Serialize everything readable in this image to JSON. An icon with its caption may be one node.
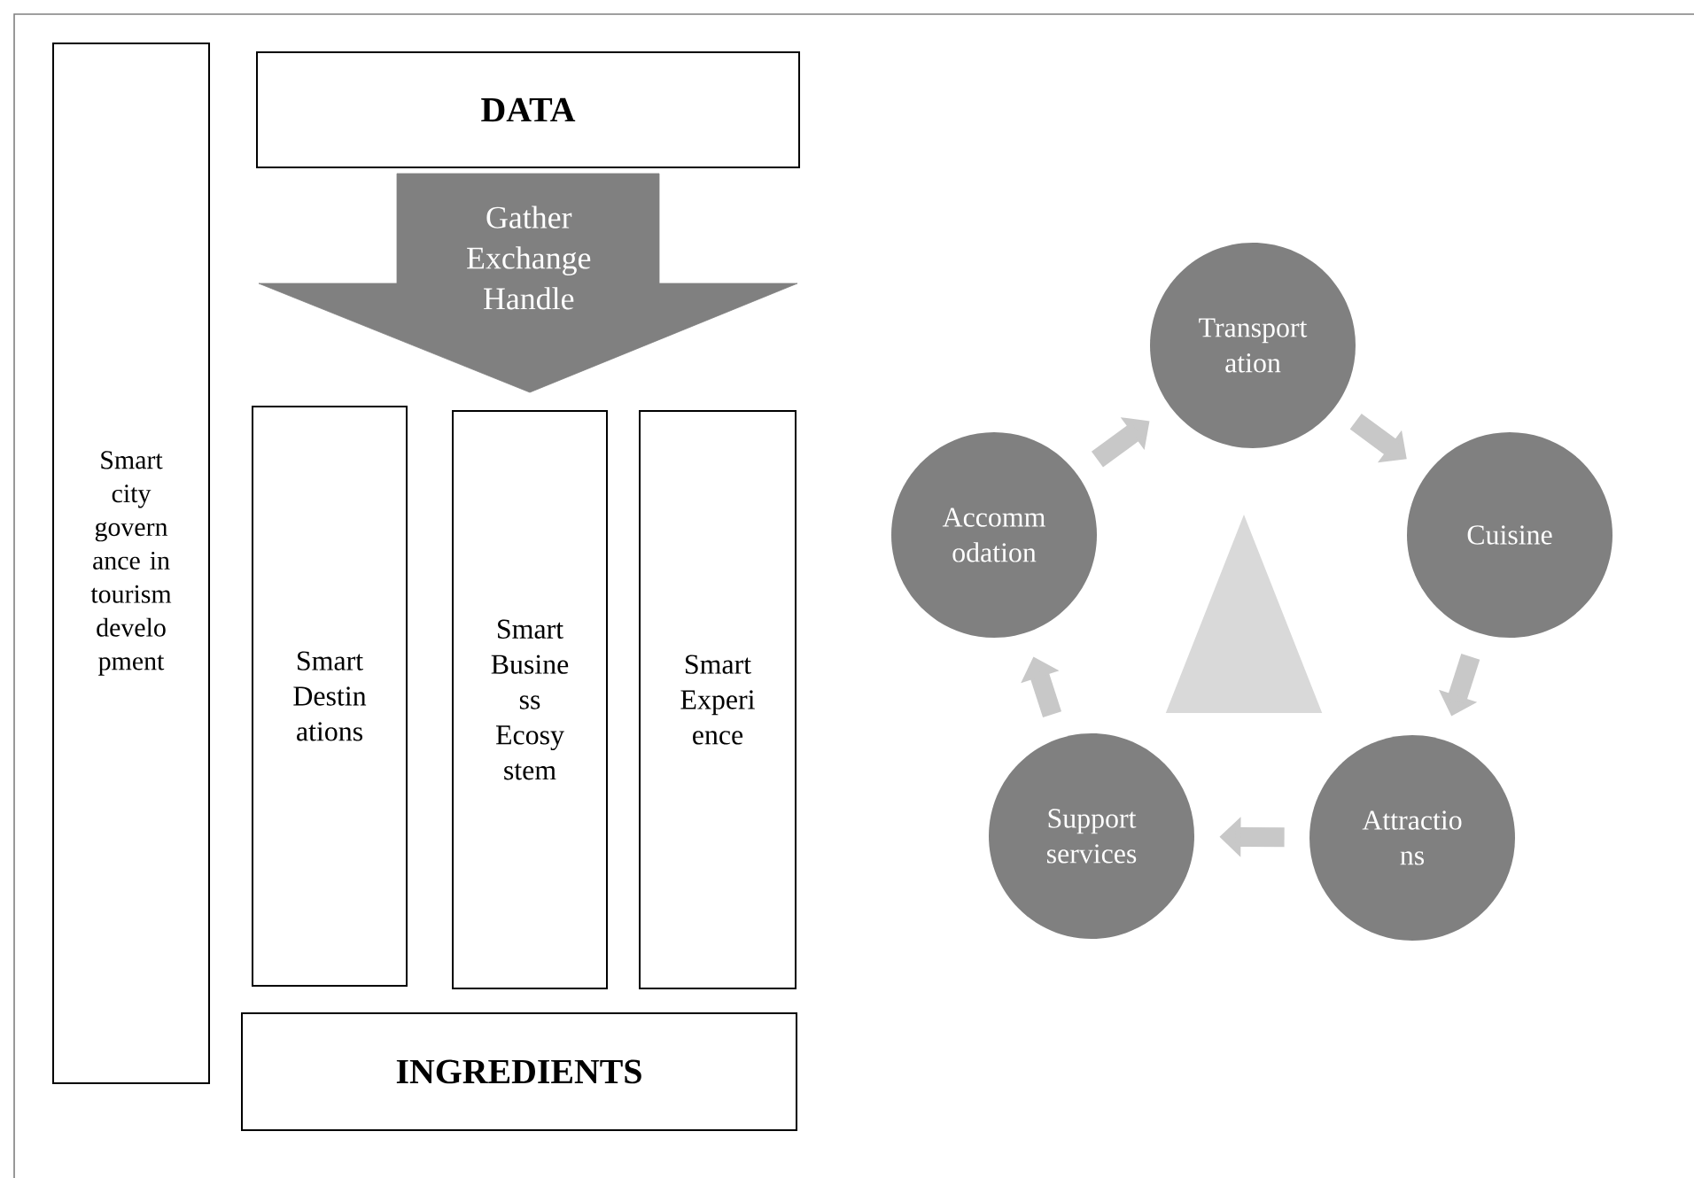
{
  "diagram": {
    "nodes": [
      {
        "text": [
          "Smart city govern ance in tourism develo pment"
        ]
      },
      {
        "text": [
          "DATA"
        ]
      },
      {
        "text": [
          "Smart Destin ations"
        ]
      },
      {
        "text": [
          "Smart Busine ss Ecosy stem"
        ]
      },
      {
        "text": [
          "Smart Experi ence"
        ]
      },
      {
        "text": [
          "INGREDIENTS"
        ]
      },
      {
        "text": [
          "Transport ation"
        ]
      },
      {
        "text": [
          "Cuisine"
        ]
      },
      {
        "text": [
          "Attractio ns"
        ]
      },
      {
        "text": [
          "Support services"
        ]
      },
      {
        "text": [
          "Accomm odation"
        ]
      },
      {
        "text": [],
        "shape": "triangle"
      }
    ],
    "edges": [
      {
        "from": 1,
        "to": 3,
        "arrow": "to",
        "style": "thick",
        "label": "Gather Exchange Handle"
      },
      {
        "from": 6,
        "to": 7,
        "arrow": "to"
      },
      {
        "from": 7,
        "to": 8,
        "arrow": "to"
      },
      {
        "from": 8,
        "to": 9,
        "arrow": "to"
      },
      {
        "from": 9,
        "to": 10,
        "arrow": "to"
      },
      {
        "from": 10,
        "to": 6,
        "arrow": "to"
      }
    ]
  }
}
